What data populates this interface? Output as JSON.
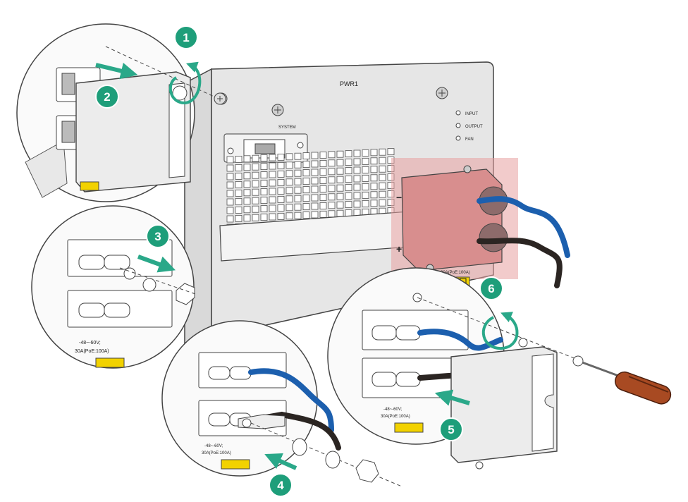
{
  "power_supply": {
    "label": "PWR1",
    "switch_label": "SYSTEM",
    "leds": [
      "INPUT",
      "OUTPUT",
      "FAN"
    ],
    "plus_sign": "+",
    "minus_sign": "−",
    "rating_text": "30A(PoE:100A)"
  },
  "detail_rating": {
    "voltage": "-48~-60V;",
    "current": "30A(PoE:100A)"
  },
  "steps": [
    "1",
    "2",
    "3",
    "4",
    "5",
    "6"
  ],
  "colors": {
    "step_badge": "#1e9e7a",
    "arrow": "#2aa889",
    "wire_blue": "#1c5fae",
    "wire_black": "#2b2522",
    "highlight": "#e8a0a0",
    "warning_label": "#f2d200"
  }
}
